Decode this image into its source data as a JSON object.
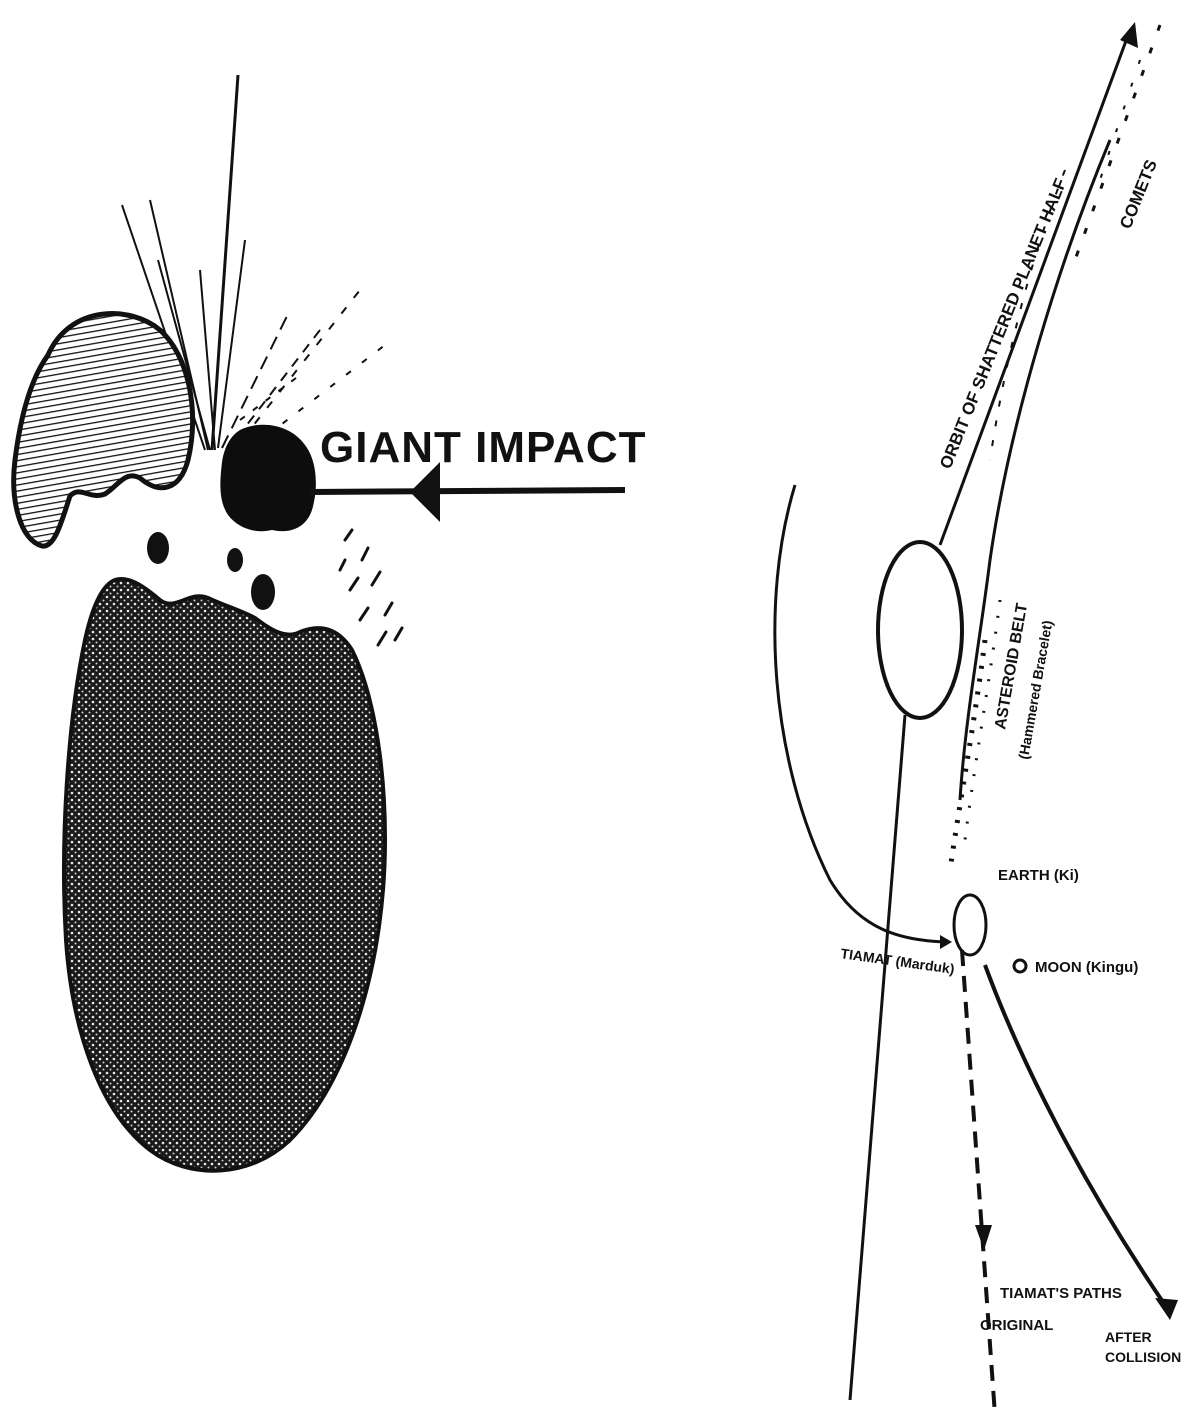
{
  "impact": {
    "title": "GIANT IMPACT"
  },
  "orbits": {
    "label_comets_origin": "ORBIT OF SHATTERED PLANET HALF",
    "label_comets": "COMETS",
    "label_belt": "ASTEROID BELT",
    "label_belt_sub": "(Hammered Bracelet)",
    "label_earth": "EARTH (Ki)",
    "label_moon": "MOON (Kingu)",
    "label_planet": "TIAMAT (Marduk)",
    "label_tiamat_paths": "TIAMAT'S PATHS",
    "label_original": "ORIGINAL",
    "label_after": "AFTER",
    "label_collision": "COLLISION"
  }
}
